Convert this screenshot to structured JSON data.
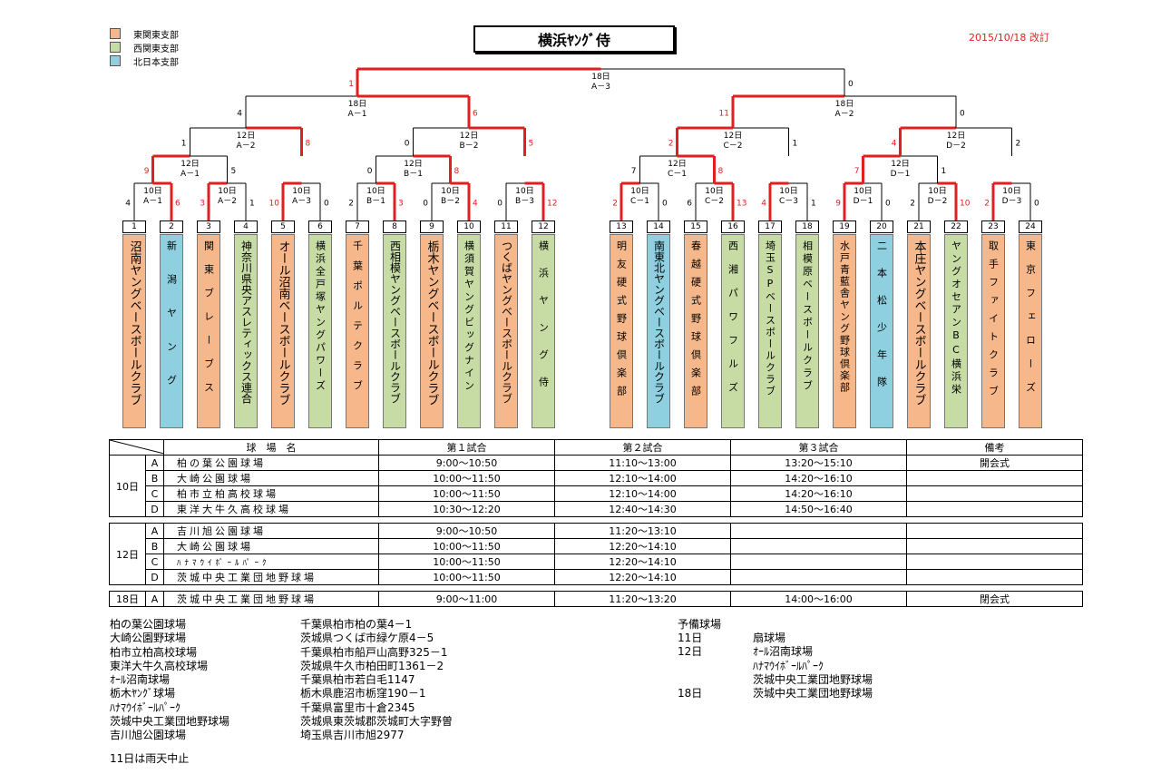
{
  "title": "横浜ﾔﾝｸﾞ侍",
  "revision": "2015/10/18 改訂",
  "legend": [
    {
      "label": "東関東支部",
      "color": "#f6b88b"
    },
    {
      "label": "西関東支部",
      "color": "#c6dca4"
    },
    {
      "label": "北日本支部",
      "color": "#8ed0df"
    }
  ],
  "colors": {
    "win_line": "#e02020",
    "line": "#000000"
  },
  "teams": [
    {
      "num": "1",
      "name": "沼南ヤングベースボールクラブ",
      "branch": 0
    },
    {
      "num": "2",
      "name": "新潟ヤング",
      "branch": 2
    },
    {
      "num": "3",
      "name": "関東ブレーブス",
      "branch": 0
    },
    {
      "num": "4",
      "name": "神奈川県央アスレティックス連合",
      "branch": 1
    },
    {
      "num": "5",
      "name": "オール沼南ベースボールクラブ",
      "branch": 0
    },
    {
      "num": "6",
      "name": "横浜全戸塚ヤングパワーズ",
      "branch": 1
    },
    {
      "num": "7",
      "name": "千葉ポルテクラブ",
      "branch": 0
    },
    {
      "num": "8",
      "name": "西相模ヤングベースボールクラブ",
      "branch": 1
    },
    {
      "num": "9",
      "name": "栃木ヤングベースボールクラブ",
      "branch": 0
    },
    {
      "num": "10",
      "name": "横須賀ヤングビッグナイン",
      "branch": 1
    },
    {
      "num": "11",
      "name": "つくばヤングベースボールクラブ",
      "branch": 0
    },
    {
      "num": "12",
      "name": "横浜ヤング侍",
      "branch": 1
    },
    {
      "num": "13",
      "name": "明友硬式野球倶楽部",
      "branch": 0
    },
    {
      "num": "14",
      "name": "南東北ヤングベースボールクラブ",
      "branch": 2
    },
    {
      "num": "15",
      "name": "春越硬式野球倶楽部",
      "branch": 0
    },
    {
      "num": "16",
      "name": "西湘パワフルズ",
      "branch": 1
    },
    {
      "num": "17",
      "name": "埼玉SPベースボールクラブ",
      "branch": 1
    },
    {
      "num": "18",
      "name": "相模原ベースボールクラブ",
      "branch": 1
    },
    {
      "num": "19",
      "name": "水戸青藍舎ヤング野球倶楽部",
      "branch": 0
    },
    {
      "num": "20",
      "name": "二本松少年隊",
      "branch": 2
    },
    {
      "num": "21",
      "name": "本庄ヤングベースボールクラブ",
      "branch": 0
    },
    {
      "num": "22",
      "name": "ヤングオセアンBC横浜栄",
      "branch": 1
    },
    {
      "num": "23",
      "name": "取手ファイトクラブ",
      "branch": 0
    },
    {
      "num": "24",
      "name": "東京フェローズ",
      "branch": 0
    }
  ],
  "bracket": {
    "games": [
      {
        "date": "10日",
        "code": "A－1",
        "left_score": "4",
        "right_score": "6",
        "winner": "right"
      },
      {
        "date": "10日",
        "code": "A－2",
        "left_score": "3",
        "right_score": "1",
        "winner": "left"
      },
      {
        "date": "10日",
        "code": "A－3",
        "left_score": "10",
        "right_score": "0",
        "winner": "left"
      },
      {
        "date": "10日",
        "code": "B－1",
        "left_score": "2",
        "right_score": "3",
        "winner": "right"
      },
      {
        "date": "10日",
        "code": "B－2",
        "left_score": "0",
        "right_score": "4",
        "winner": "right"
      },
      {
        "date": "10日",
        "code": "B－3",
        "left_score": "0",
        "right_score": "12",
        "winner": "right"
      },
      {
        "date": "10日",
        "code": "C－1",
        "left_score": "2",
        "right_score": "0",
        "winner": "left"
      },
      {
        "date": "10日",
        "code": "C－2",
        "left_score": "6",
        "right_score": "13",
        "winner": "right"
      },
      {
        "date": "10日",
        "code": "C－3",
        "left_score": "4",
        "right_score": "1",
        "winner": "left"
      },
      {
        "date": "10日",
        "code": "D－1",
        "left_score": "9",
        "right_score": "0",
        "winner": "left"
      },
      {
        "date": "10日",
        "code": "D－2",
        "left_score": "2",
        "right_score": "10",
        "winner": "right"
      },
      {
        "date": "10日",
        "code": "D－3",
        "left_score": "2",
        "right_score": "0",
        "winner": "left"
      },
      {
        "date": "12日",
        "code": "A－1",
        "left_score": "9",
        "right_score": "5",
        "winner": "left"
      },
      {
        "date": "12日",
        "code": "B－1",
        "left_score": "0",
        "right_score": "8",
        "winner": "right"
      },
      {
        "date": "12日",
        "code": "C－1",
        "left_score": "7",
        "right_score": "8",
        "winner": "right"
      },
      {
        "date": "12日",
        "code": "D－1",
        "left_score": "7",
        "right_score": "1",
        "winner": "left"
      },
      {
        "date": "12日",
        "code": "A－2",
        "left_score": "1",
        "right_score": "8",
        "winner": "right"
      },
      {
        "date": "12日",
        "code": "B－2",
        "left_score": "0",
        "right_score": "5",
        "winner": "right"
      },
      {
        "date": "12日",
        "code": "C－2",
        "left_score": "2",
        "right_score": "1",
        "winner": "left"
      },
      {
        "date": "12日",
        "code": "D－2",
        "left_score": "4",
        "right_score": "2",
        "winner": "left"
      },
      {
        "date": "18日",
        "code": "A－1",
        "left_score": "4",
        "right_score": "6",
        "winner": "right"
      },
      {
        "date": "18日",
        "code": "A－2",
        "left_score": "11",
        "right_score": "0",
        "winner": "left"
      },
      {
        "date": "18日",
        "code": "A－3",
        "left_score": "1",
        "right_score": "0",
        "winner": "left"
      }
    ]
  },
  "schedule": {
    "headers": [
      "球　場　名",
      "第１試合",
      "第２試合",
      "第３試合",
      "備考"
    ],
    "day10": {
      "label": "10日",
      "rows": [
        {
          "code": "A",
          "venue": "柏の葉公園球場",
          "g1": "9:00～10:50",
          "g2": "11:10～13:00",
          "g3": "13:20～15:10",
          "note": "開会式"
        },
        {
          "code": "B",
          "venue": "大崎公園球場",
          "g1": "10:00～11:50",
          "g2": "12:10～14:00",
          "g3": "14:20～16:10",
          "note": ""
        },
        {
          "code": "C",
          "venue": "柏市立柏高校球場",
          "g1": "10:00～11:50",
          "g2": "12:10～14:00",
          "g3": "14:20～16:10",
          "note": ""
        },
        {
          "code": "D",
          "venue": "東洋大牛久高校球場",
          "g1": "10:30～12:20",
          "g2": "12:40～14:30",
          "g3": "14:50～16:40",
          "note": ""
        }
      ]
    },
    "day12": {
      "label": "12日",
      "rows": [
        {
          "code": "A",
          "venue": "吉川旭公園球場",
          "g1": "9:00～10:50",
          "g2": "11:20～13:10",
          "g3": "",
          "note": ""
        },
        {
          "code": "B",
          "venue": "大崎公園球場",
          "g1": "10:00～11:50",
          "g2": "12:20～14:10",
          "g3": "",
          "note": ""
        },
        {
          "code": "C",
          "venue": "ﾊﾅﾏｳｲﾎﾞｰﾙﾊﾟｰｸ",
          "g1": "10:00～11:50",
          "g2": "12:20～14:10",
          "g3": "",
          "note": ""
        },
        {
          "code": "D",
          "venue": "茨城中央工業団地野球場",
          "g1": "10:00～11:50",
          "g2": "12:20～14:10",
          "g3": "",
          "note": ""
        }
      ]
    },
    "day18": {
      "label": "18日",
      "row": {
        "code": "A",
        "venue": "茨城中央工業団地野球場",
        "g1": "9:00～11:00",
        "g2": "11:20～13:20",
        "g3": "14:00～16:00",
        "note": "閉会式"
      }
    }
  },
  "venues": [
    {
      "name": "柏の葉公園球場",
      "address": "千葉県柏市柏の葉4－1"
    },
    {
      "name": "大崎公園野球場",
      "address": "茨城県つくば市緑ケ原4－5"
    },
    {
      "name": "柏市立柏高校球場",
      "address": "千葉県柏市船戸山高野325－1"
    },
    {
      "name": "東洋大牛久高校球場",
      "address": "茨城県牛久市柏田町1361－2"
    },
    {
      "name": "ｵｰﾙ沼南球場",
      "address": "千葉県柏市若白毛1147"
    },
    {
      "name": "栃木ﾔﾝｸﾞ球場",
      "address": "栃木県鹿沼市栃窪190－1"
    },
    {
      "name": "ﾊﾅﾏｳｲﾎﾞｰﾙﾊﾟｰｸ",
      "address": "千葉県富里市十倉2345"
    },
    {
      "name": "茨城中央工業団地野球場",
      "address": "茨城県東茨城郡茨城町大字野曽"
    },
    {
      "name": "吉川旭公園球場",
      "address": "埼玉県吉川市旭2977"
    }
  ],
  "rain_note": "11日は雨天中止",
  "reserve": {
    "title": "予備球場",
    "entries": [
      {
        "day": "11日",
        "venue": "扇球場"
      },
      {
        "day": "12日",
        "venue": "ｵｰﾙ沼南球場"
      },
      {
        "day": "",
        "venue": "ﾊﾅﾏｳｲﾎﾞｰﾙﾊﾟｰｸ"
      },
      {
        "day": "",
        "venue": "茨城中央工業団地野球場"
      },
      {
        "day": "18日",
        "venue": "茨城中央工業団地野球場"
      }
    ]
  }
}
